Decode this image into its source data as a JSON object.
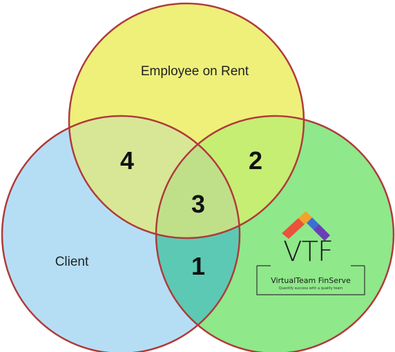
{
  "sets": {
    "top": {
      "label": "Employee on Rent",
      "fill": "#eef07a",
      "stroke": "#b03a3a"
    },
    "left": {
      "label": "Client",
      "fill": "#b5def5",
      "stroke": "#b03a3a"
    },
    "right": {
      "label": "",
      "fill": "#8fe88a",
      "stroke": "#b03a3a"
    }
  },
  "regions": {
    "top_left": "4",
    "top_right": "2",
    "center": "3",
    "left_right": "1"
  },
  "region_colors": {
    "top_left": "#d8e796",
    "top_right": "#c6ee73",
    "center": "#bfe089",
    "left_right": "#5cc9b4"
  },
  "logo": {
    "mark": "VTF",
    "name": "VirtualTeam FinServe",
    "tagline": "Quantify success with a quality team",
    "colors": [
      "#e8533a",
      "#f3a32a",
      "#2bb3e6",
      "#3b6fd1",
      "#6a3fb5"
    ]
  }
}
